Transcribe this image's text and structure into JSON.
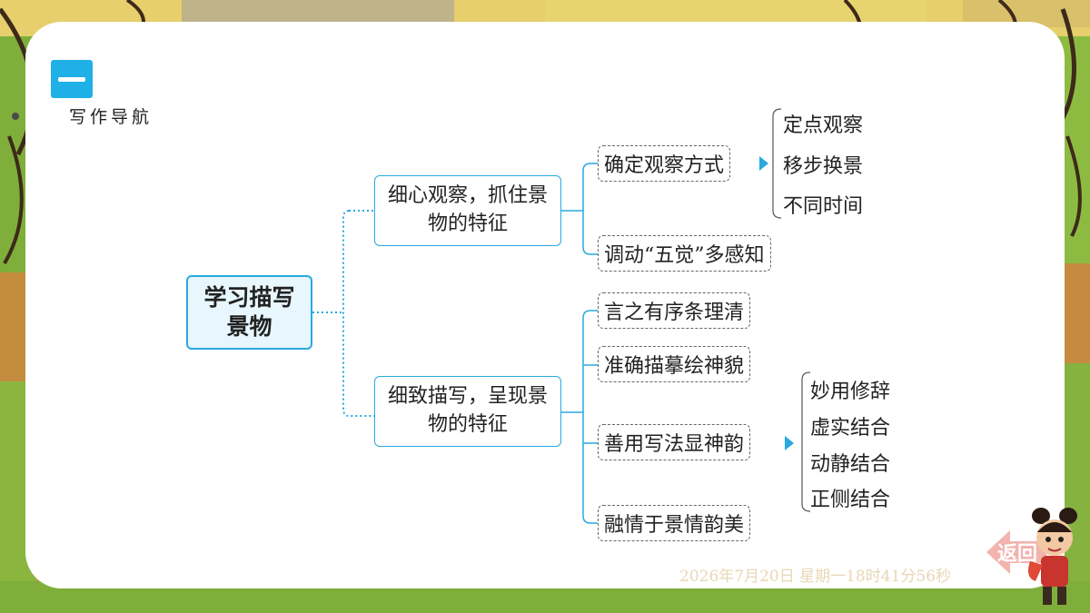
{
  "section": {
    "badge": "一",
    "title": "写作导航"
  },
  "mindmap": {
    "root": "学习描写景物",
    "branch_1": {
      "label": "细心观察，抓住景物的特征",
      "children": [
        {
          "label": "确定观察方式",
          "leaves": [
            "定点观察",
            "移步换景",
            "不同时间"
          ]
        },
        {
          "label": "调动“五觉”多感知"
        }
      ]
    },
    "branch_2": {
      "label": "细致描写，呈现景物的特征",
      "children": [
        {
          "label": "言之有序条理清"
        },
        {
          "label": "准确描摹绘神貌"
        },
        {
          "label": "善用写法显神韵",
          "leaves": [
            "妙用修辞",
            "虚实结合",
            "动静结合",
            "正侧结合"
          ]
        },
        {
          "label": "融情于景情韵美"
        }
      ]
    }
  },
  "footer": {
    "timestamp": "2026年7月20日 星期一18时41分56秒",
    "back_label": "返回"
  },
  "colors": {
    "accent": "#1fb0e8",
    "node_border": "#28a9e0",
    "root_fill": "#e8f7fd",
    "background_green": "#7fae3a",
    "background_yellow": "#e6cf6c"
  }
}
